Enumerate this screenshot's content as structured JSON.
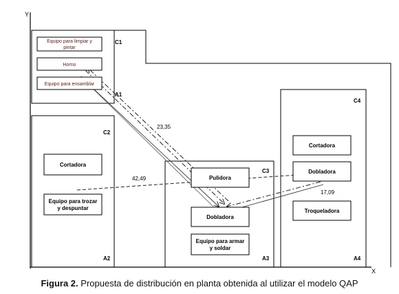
{
  "axes": {
    "y_label": "Y",
    "x_label": "X"
  },
  "areas": {
    "c1": "C1",
    "c2": "C2",
    "c3": "C3",
    "c4": "C4",
    "a1": "A1",
    "a2": "A2",
    "a3": "A3",
    "a4": "A4"
  },
  "equipment": {
    "limpiar_line1": "Equipo para limpiar y",
    "limpiar_line2": "pintar",
    "horno": "Horno",
    "ensamblar": "Equipo para ensamblar",
    "cortadora_a2": "Cortadora",
    "trozar_line1": "Equipo para trozar",
    "trozar_line2": "y despuntar",
    "pulidora": "Pulidora",
    "dobladora_a3": "Dobladora",
    "armar_line1": "Equipo para armar",
    "armar_line2": "y soldar",
    "cortadora_a4": "Cortadora",
    "dobladora_a4": "Dobladora",
    "troqueladora": "Troqueladora"
  },
  "distances": {
    "d1": "23,35",
    "d2": "42,49",
    "d3": "17,09"
  },
  "caption": {
    "label": "Figura 2.",
    "text": " Propuesta de distribución en planta obtenida al utilizar el modelo QAP"
  }
}
